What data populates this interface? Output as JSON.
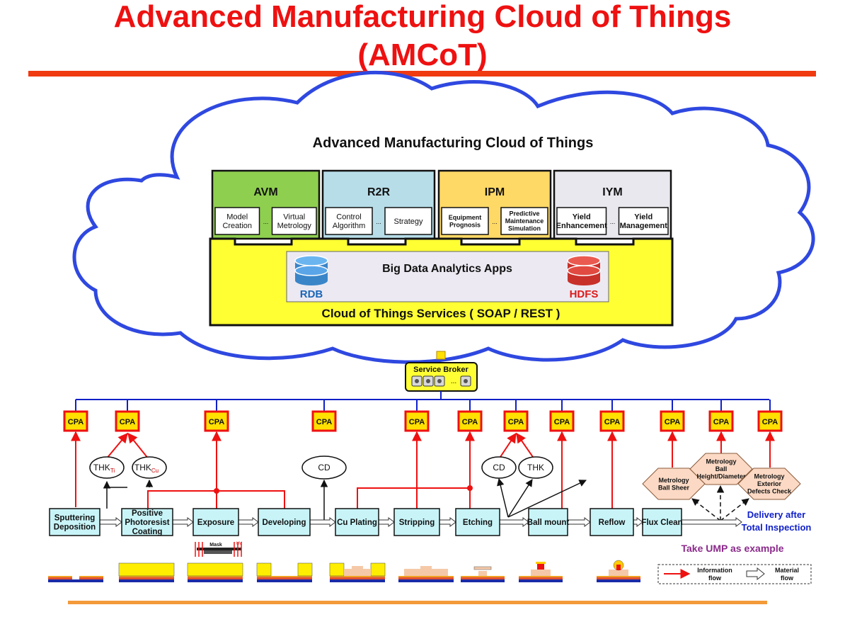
{
  "title": {
    "line1": "Advanced Manufacturing Cloud of Things",
    "line2": "(AMCoT)"
  },
  "cloud": {
    "heading": "Advanced Manufacturing Cloud of Things",
    "modules": [
      {
        "name": "AVM",
        "color": "#8fcf4f",
        "items": [
          "Model Creation",
          "Virtual Metrology"
        ]
      },
      {
        "name": "R2R",
        "color": "#b7dde8",
        "items": [
          "Control Algorithm",
          "Strategy"
        ]
      },
      {
        "name": "IPM",
        "color": "#ffd966",
        "items": [
          "Equipment Prognosis",
          "Predictive Maintenance Simulation"
        ]
      },
      {
        "name": "IYM",
        "color": "#e8e8ee",
        "items": [
          "Yield Enhancement",
          "Yield Management"
        ]
      }
    ],
    "ellipsis": "...",
    "big_data": "Big Data Analytics Apps",
    "rdb": "RDB",
    "hdfs": "HDFS",
    "services": "Cloud of Things Services ( SOAP / REST )"
  },
  "broker": {
    "label": "Service Broker",
    "ellipsis": "..."
  },
  "cpa_label": "CPA",
  "process_steps": [
    "Sputtering Deposition",
    "Positive Photoresist Coating",
    "Exposure",
    "Developing",
    "Cu Plating",
    "Stripping",
    "Etching",
    "Ball mount",
    "Reflow",
    "Flux Clean"
  ],
  "sensors": {
    "thk_ti": "THK",
    "thk_ti_sub": "Ti",
    "thk_cu": "THK",
    "thk_cu_sub": "Cu",
    "cd": "CD",
    "thk": "THK"
  },
  "metrology": [
    "Metrology Ball Sheer",
    "Metrology Ball Height/Diameter",
    "Metrology Exterior Defects Check"
  ],
  "delivery": "Delivery after Total Inspection",
  "take_ump": "Take UMP as example",
  "mask": "Mask",
  "uv": "UV",
  "legend": {
    "info": "Information flow",
    "material": "Material flow"
  },
  "colors": {
    "title": "#ee1111",
    "cpa_fill": "#ffe000",
    "cpa_border": "#ee1111",
    "step_fill": "#c8f4f8",
    "cloud_stroke": "#2f48e0",
    "services_fill": "#ffff33",
    "info_line": "#ee1111",
    "bus_line": "#1020c8",
    "metrology_fill": "#fbd9c4",
    "delivery_text": "#1020c8",
    "ump_text": "#8b2a8b"
  }
}
